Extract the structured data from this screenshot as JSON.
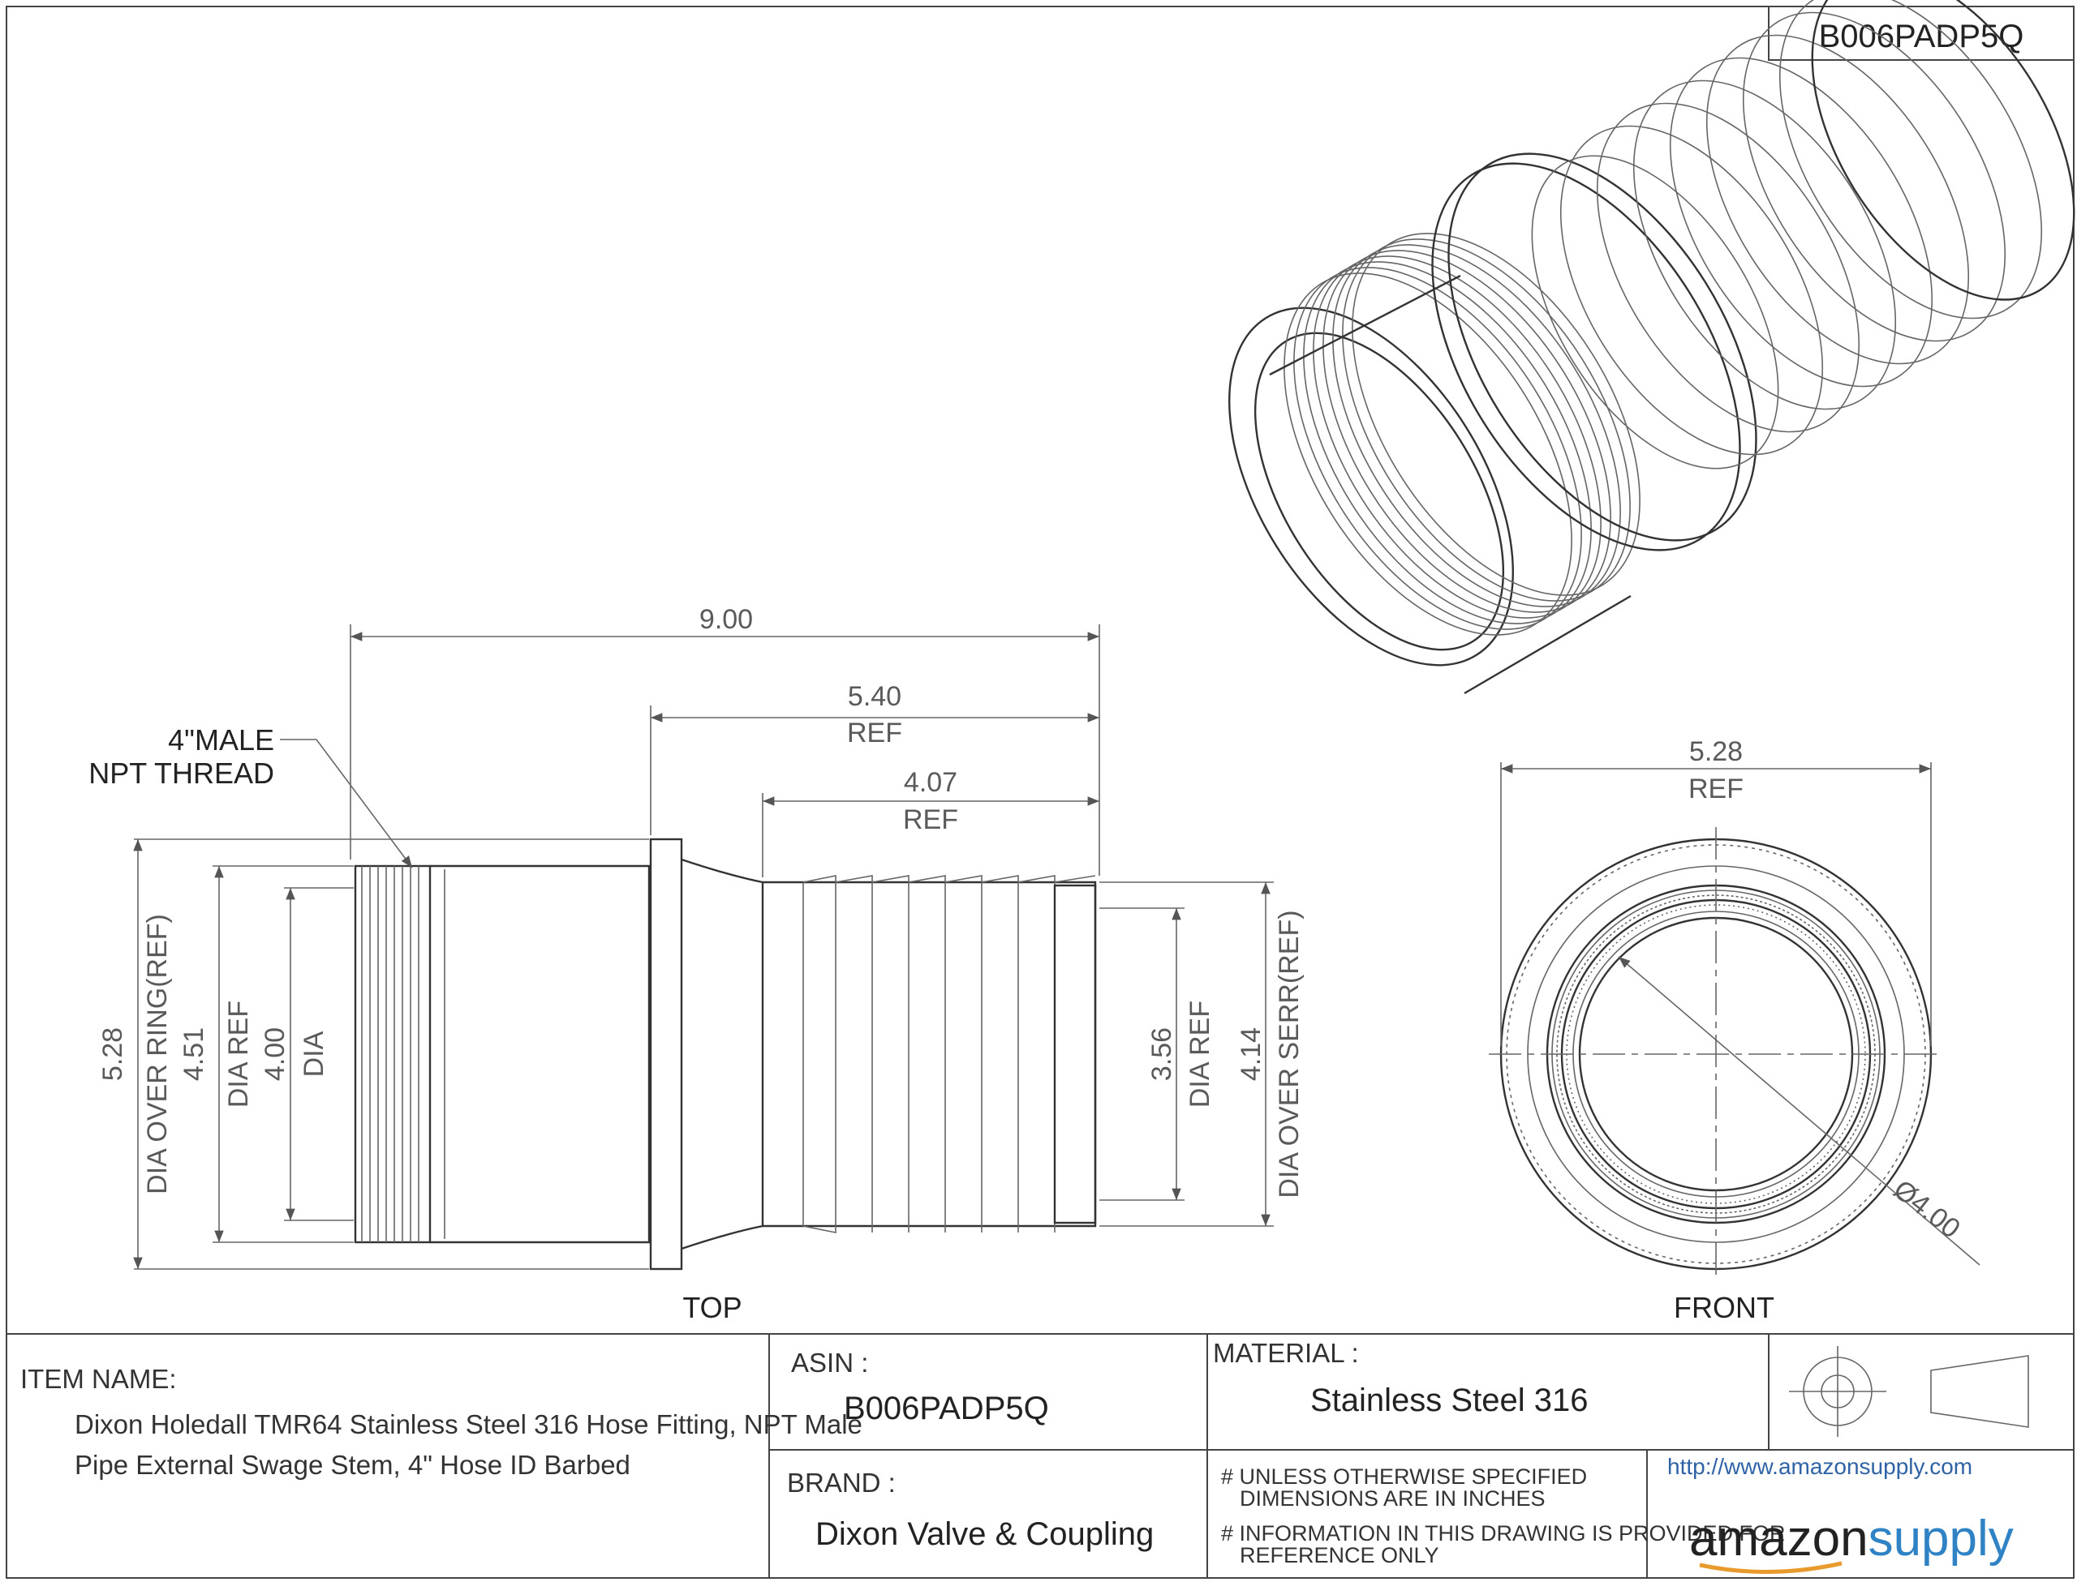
{
  "drawing": {
    "part_number_top": "B006PADP5Q",
    "views": {
      "top": "TOP",
      "front": "FRONT"
    },
    "callout_thread": [
      "4\"MALE",
      "NPT THREAD"
    ],
    "dims_top": {
      "overall_length": "9.00",
      "ref_540": "5.40",
      "ref_540_note": "REF",
      "ref_407": "4.07",
      "ref_407_note": "REF",
      "ring_dia": "5.28",
      "ring_dia_note": "DIA OVER RING(REF)",
      "thread_dia": "4.51",
      "thread_dia_note": "DIA REF",
      "bore_dia": "4.00",
      "bore_dia_note": "DIA",
      "stem_dia": "3.56",
      "stem_dia_note": "DIA REF",
      "serr_dia": "4.14",
      "serr_dia_note": "DIA OVER SERR(REF)"
    },
    "dims_front": {
      "od": "5.28",
      "od_note": "REF",
      "id": "Ø4.00"
    }
  },
  "title_block": {
    "item_name_label": "ITEM NAME:",
    "item_name_line1": "Dixon Holedall TMR64 Stainless Steel 316 Hose Fitting, NPT Male",
    "item_name_line2": "Pipe External Swage Stem, 4\" Hose ID Barbed",
    "asin_label": "ASIN :",
    "asin_value": "B006PADP5Q",
    "material_label": "MATERIAL :",
    "material_value": "Stainless Steel 316",
    "brand_label": "BRAND :",
    "brand_value": "Dixon Valve & Coupling",
    "note1_line1": "# UNLESS OTHERWISE SPECIFIED",
    "note1_line2": "DIMENSIONS ARE IN INCHES",
    "note2_line1": "# INFORMATION IN THIS DRAWING IS PROVIDED FOR",
    "note2_line2": "REFERENCE ONLY",
    "url": "http://www.amazonsupply.com",
    "logo_word1": "amazon",
    "logo_word2": "supply"
  },
  "colors": {
    "line": "#444444",
    "logo_blue": "#2f83c5",
    "logo_dark": "#222222"
  }
}
